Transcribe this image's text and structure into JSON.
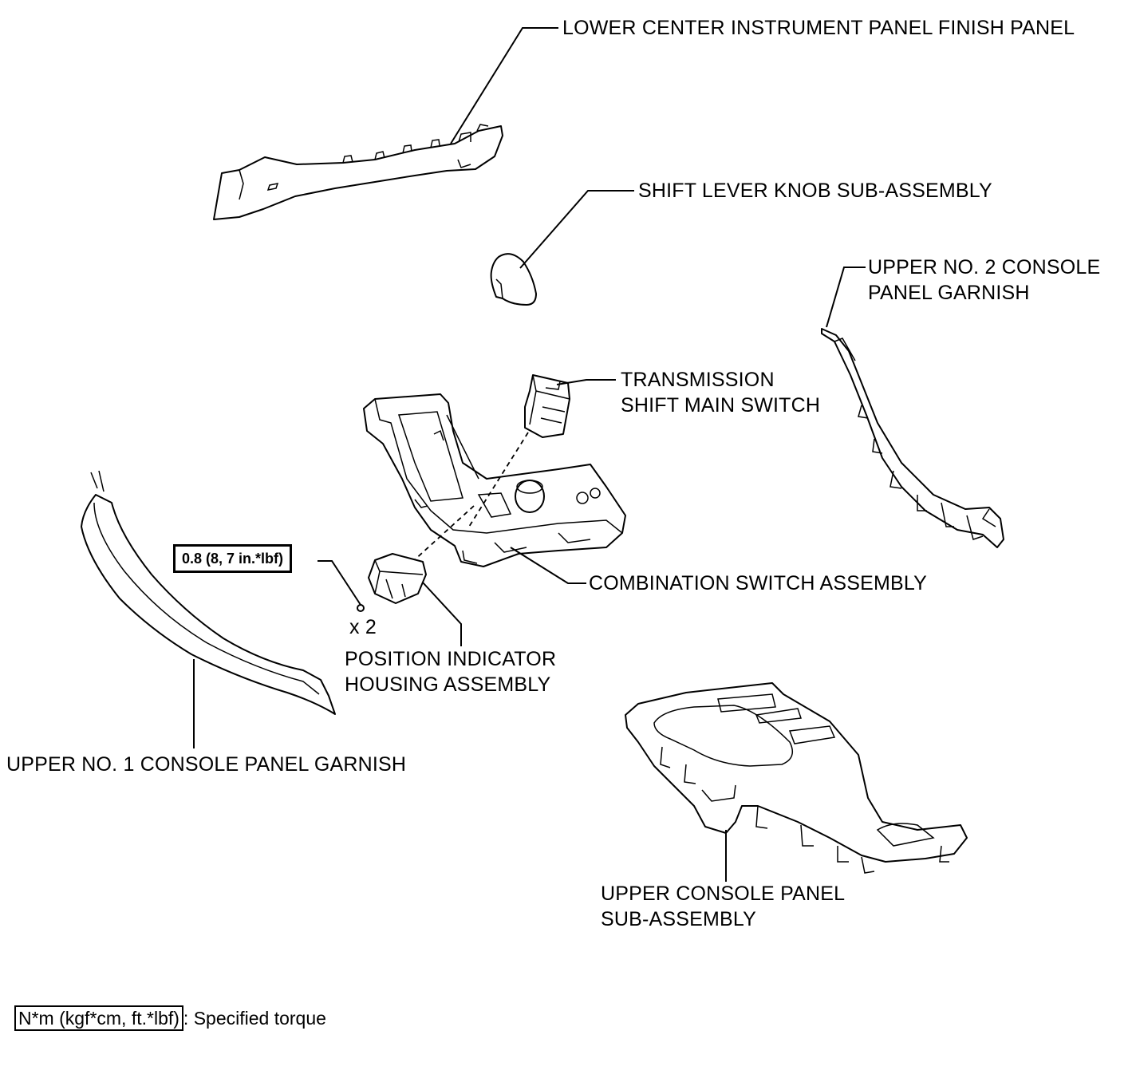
{
  "labels": {
    "lower_center_finish_panel": "LOWER CENTER INSTRUMENT PANEL FINISH PANEL",
    "shift_lever_knob": "SHIFT LEVER KNOB SUB-ASSEMBLY",
    "upper_no2_line1": "UPPER NO. 2 CONSOLE",
    "upper_no2_line2": "PANEL GARNISH",
    "transmission_line1": "TRANSMISSION",
    "transmission_line2": "SHIFT MAIN SWITCH",
    "combination_switch": "COMBINATION SWITCH ASSEMBLY",
    "position_indicator_line1": "POSITION INDICATOR",
    "position_indicator_line2": "HOUSING ASSEMBLY",
    "upper_no1_garnish": "UPPER NO. 1 CONSOLE PANEL GARNISH",
    "upper_console_line1": "UPPER CONSOLE PANEL",
    "upper_console_line2": "SUB-ASSEMBLY"
  },
  "torque": {
    "value": "0.8 (8, 7 in.*lbf)",
    "quantity": "x 2"
  },
  "legend": {
    "units": "N*m (kgf*cm, ft.*lbf)",
    "meaning": ": Specified torque"
  }
}
